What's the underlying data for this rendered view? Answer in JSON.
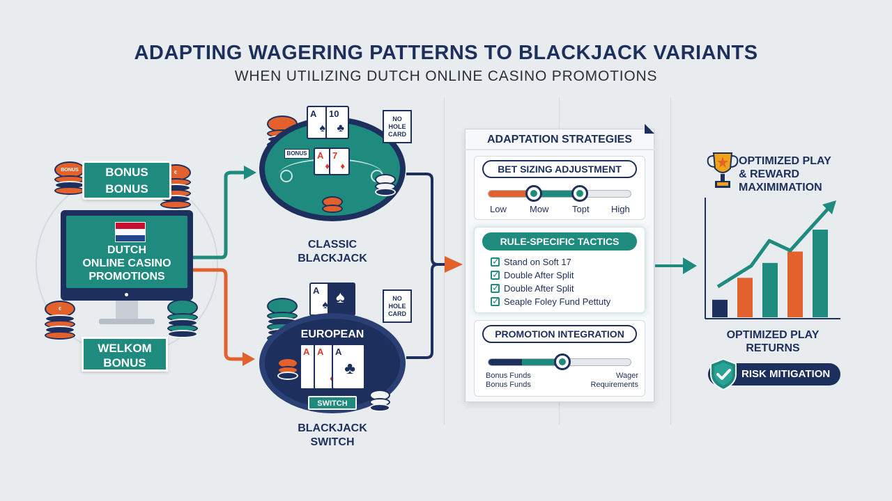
{
  "header": {
    "title": "ADAPTING WAGERING PATTERNS TO BLACKJACK VARIANTS",
    "subtitle": "WHEN UTILIZING DUTCH ONLINE CASINO PROMOTIONS"
  },
  "left": {
    "bonus_ribbon": [
      "BONUS",
      "BONUS"
    ],
    "monitor_text": [
      "DUTCH",
      "ONLINE CASINO",
      "PROMOTIONS"
    ],
    "welkom_ribbon": [
      "WELKOM",
      "BONUS"
    ],
    "chip_labels": {
      "bonus": "BONUS",
      "euro": "€"
    }
  },
  "variants": {
    "classic": {
      "label": [
        "CLASSIC",
        "BLACKJACK"
      ],
      "table_text": "BONUS",
      "no_hole_card": [
        "NO",
        "HOLE",
        "CARD"
      ],
      "cards_top": [
        {
          "rank": "A",
          "suit": "♠"
        },
        {
          "rank": "10",
          "suit": "♣"
        }
      ],
      "cards_table": [
        {
          "rank": "A",
          "suit": "♦"
        },
        {
          "rank": "7",
          "suit": "♦"
        }
      ]
    },
    "european": {
      "label": [
        "BLACKJACK",
        "SWITCH"
      ],
      "table_text": "EUROPEAN",
      "switch_badge": "SWITCH",
      "no_hole_card": [
        "NO",
        "HOLE",
        "CARD"
      ],
      "cards_top": [
        {
          "rank": "A",
          "suit": "♠"
        },
        {
          "rank": "",
          "suit": "♠"
        }
      ],
      "cards_table": [
        {
          "rank": "A",
          "suit": "♦"
        },
        {
          "rank": "A",
          "suit": "♦"
        },
        {
          "rank": "A",
          "suit": "♣"
        }
      ]
    }
  },
  "panel": {
    "title": "ADAPTATION STRATEGIES",
    "bet_sizing": {
      "title": "BET SIZING ADJUSTMENT",
      "ticks": [
        "Low",
        "Mow",
        "Topt",
        "High"
      ],
      "level_low": 0.32,
      "level_high": 0.64
    },
    "tactics": {
      "title": "RULE-SPECIFIC TACTICS",
      "items": [
        "Stand on Soft 17",
        "Double After Split",
        "Double After Split",
        "Seaple Foley Fund Pettuty"
      ]
    },
    "promotion": {
      "title": "PROMOTION INTEGRATION",
      "left_label": [
        "Bonus Funds",
        "Bonus Funds"
      ],
      "right_label": [
        "Wager",
        "Requirements"
      ],
      "level": 0.52
    }
  },
  "right": {
    "trophy_title": [
      "OPTIMIZED PLAY",
      "& REWARD",
      "MAXIMIMATION"
    ],
    "returns": [
      "OPTIMIZED PLAY",
      "RETURNS"
    ],
    "risk": "RISK MITIGATION",
    "bars": [
      0.2,
      0.45,
      0.62,
      0.75,
      1.0
    ],
    "colors": {
      "navy": "#1d2f5c",
      "orange": "#e2612c",
      "teal": "#1f8a7e",
      "gold": "#f0a21a"
    }
  }
}
